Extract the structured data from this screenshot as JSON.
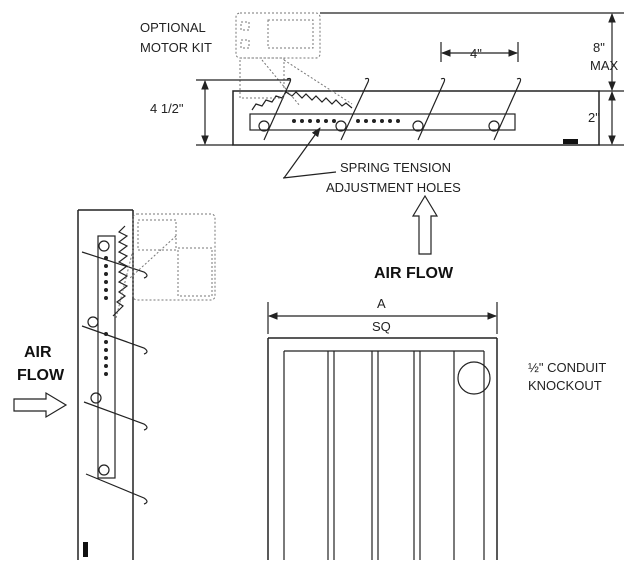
{
  "labels": {
    "optional_motor_kit_line1": "OPTIONAL",
    "optional_motor_kit_line2": "MOTOR KIT",
    "dim_8_max_line1": "8\"",
    "dim_8_max_line2": "MAX",
    "dim_4": "4\"",
    "dim_4_half": "4 1/2\"",
    "dim_2": "2\"",
    "spring_tension_line1": "SPRING TENSION",
    "spring_tension_line2": "ADJUSTMENT HOLES",
    "air_flow_top": "AIR FLOW",
    "air_flow_left_line1": "AIR",
    "air_flow_left_line2": "FLOW",
    "dim_a_line1": "A",
    "dim_a_line2": "SQ",
    "conduit_line1": "½\" CONDUIT",
    "conduit_line2": "KNOCKOUT"
  }
}
